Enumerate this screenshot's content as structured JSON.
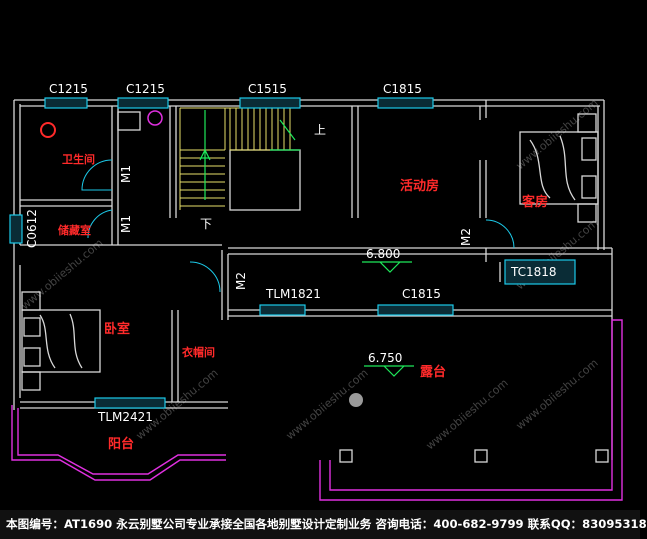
{
  "windows": {
    "c1215_a": "C1215",
    "c1215_b": "C1215",
    "c1515": "C1515",
    "c1815_top": "C1815",
    "c0612": "C0612",
    "c1815_mid": "C1815",
    "tc1818": "TC1818",
    "tlm1821": "TLM1821",
    "tlm2421": "TLM2421"
  },
  "doors": {
    "m1_a": "M1",
    "m1_b": "M1",
    "m2_a": "M2",
    "m2_b": "M2"
  },
  "stair": {
    "up": "上",
    "down": "下"
  },
  "rooms": {
    "bathroom": "卫生间",
    "storage": "储藏室",
    "activity": "活动房",
    "guest": "客房",
    "bedroom": "卧室",
    "closet": "衣帽间",
    "terrace": "露台",
    "balcony": "阳台"
  },
  "levels": {
    "floor": "6.800",
    "terrace": "6.750"
  },
  "footer": {
    "text": "本图编号：AT1690  永云别墅公司专业承接全国各地别墅设计定制业务  咨询电话：400-682-9799  联系QQ：83095318"
  },
  "colors": {
    "background": "#000000",
    "wall": "#d8d8d8",
    "window": "#1cc9e8",
    "stair": "#e8e06a",
    "railing": "#e030e0",
    "room_label": "#ff2a2a"
  }
}
